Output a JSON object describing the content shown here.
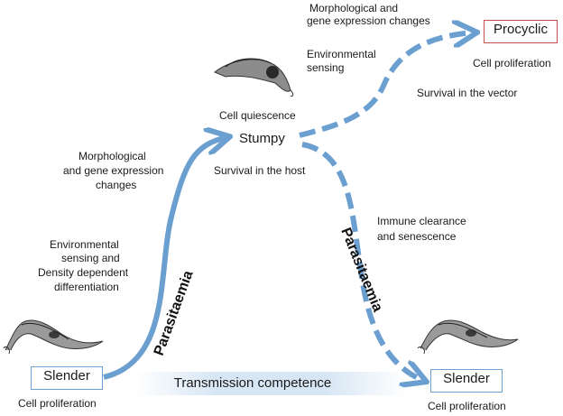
{
  "nodes": {
    "slender_left": "Slender",
    "stumpy": "Stumpy",
    "procyclic": "Procyclic",
    "slender_right": "Slender"
  },
  "labels": {
    "cell_proliferation_left": "Cell proliferation",
    "cell_proliferation_right": "Cell proliferation",
    "cell_proliferation_procyclic": "Cell proliferation",
    "cell_quiescence": "Cell quiescence",
    "survival_host": "Survival in the host",
    "survival_vector": "Survival in the vector",
    "morph_left_1": "Morphological",
    "morph_left_2": "and gene expression",
    "morph_left_3": "changes",
    "env_left_1": "Environmental",
    "env_left_2": "sensing and",
    "env_left_3": "Density dependent",
    "env_left_4": "differentiation",
    "morph_top_1": "Morphological and",
    "morph_top_2": "gene expression changes",
    "env_top_1": "Environmental",
    "env_top_2": "sensing",
    "immune_1": "Immune clearance",
    "immune_2": "and senescence",
    "parasitaemia_left": "Parasitaemia",
    "parasitaemia_right": "Parasitaemia",
    "transmission": "Transmission competence"
  },
  "colors": {
    "arrow": "#6b9fd0",
    "slender_border": "#6b9fd0",
    "procyclic_border": "#c0504d",
    "band": "#d7e6f4"
  }
}
